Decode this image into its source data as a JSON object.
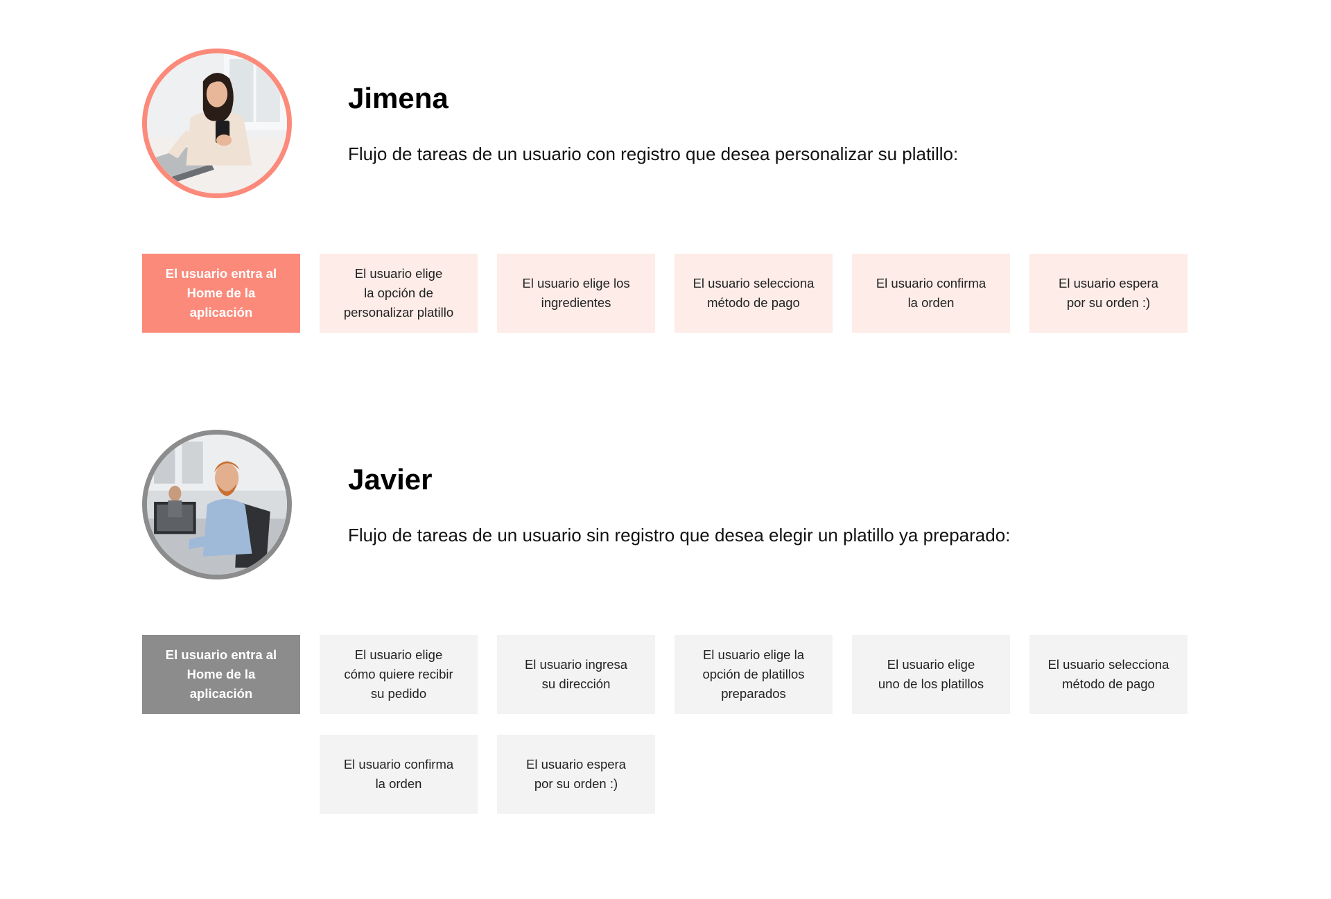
{
  "colors": {
    "jimena_accent": "#fb8a7b",
    "jimena_step_bg": "#fdece7",
    "javier_accent": "#8c8c8c",
    "javier_step_bg": "#f3f3f3"
  },
  "personas": [
    {
      "name": "Jimena",
      "avatar_icon": "woman-with-phone-avatar",
      "description": "Flujo de tareas de un usuario con registro que desea personalizar su platillo:",
      "steps": [
        {
          "lines": [
            "El usuario entra al",
            "Home de la",
            "aplicación"
          ]
        },
        {
          "lines": [
            "El usuario elige",
            "la opción de",
            "personalizar platillo"
          ]
        },
        {
          "lines": [
            "El usuario elige los",
            "ingredientes"
          ]
        },
        {
          "lines": [
            "El usuario selecciona",
            "método de pago"
          ]
        },
        {
          "lines": [
            "El usuario confirma",
            "la orden"
          ]
        },
        {
          "lines": [
            "El usuario espera",
            "por su orden :)"
          ]
        }
      ]
    },
    {
      "name": "Javier",
      "avatar_icon": "man-at-office-avatar",
      "description": "Flujo de tareas de un usuario sin registro que desea elegir un platillo ya preparado:",
      "steps": [
        {
          "lines": [
            "El usuario entra al",
            "Home de la",
            "aplicación"
          ]
        },
        {
          "lines": [
            "El usuario elige",
            "cómo quiere recibir",
            "su pedido"
          ]
        },
        {
          "lines": [
            "El usuario ingresa",
            "su dirección"
          ]
        },
        {
          "lines": [
            "El usuario elige la",
            "opción de platillos",
            "preparados"
          ]
        },
        {
          "lines": [
            "El usuario elige",
            "uno de los platillos"
          ]
        },
        {
          "lines": [
            "El usuario selecciona",
            "método de pago"
          ]
        },
        {
          "lines": [
            "El usuario confirma",
            "la orden"
          ]
        },
        {
          "lines": [
            "El usuario espera",
            "por su orden :)"
          ]
        }
      ]
    }
  ]
}
